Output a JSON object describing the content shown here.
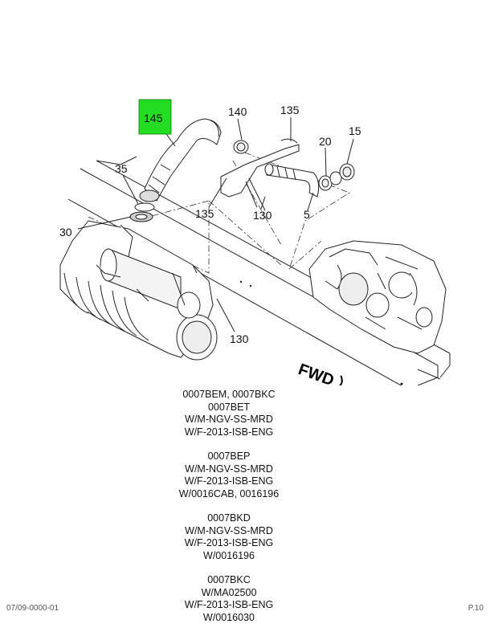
{
  "callouts": {
    "c145": "145",
    "c140": "140",
    "c135a": "135",
    "c20": "20",
    "c15": "15",
    "c35": "35",
    "c30": "30",
    "c135b": "135",
    "c130a": "130",
    "c5": "5",
    "c130b": "130"
  },
  "highlight_color": "#22dd22",
  "fwd_label": "FWD",
  "notes": [
    [
      "0007BEM, 0007BKC",
      "0007BET",
      "W/M-NGV-SS-MRD",
      "W/F-2013-ISB-ENG"
    ],
    [
      "0007BEP",
      "W/M-NGV-SS-MRD",
      "W/F-2013-ISB-ENG",
      "W/0016CAB, 0016196"
    ],
    [
      "0007BKD",
      "W/M-NGV-SS-MRD",
      "W/F-2013-ISB-ENG",
      "W/0016196"
    ],
    [
      "0007BKC",
      "W/MA02500",
      "W/F-2013-ISB-ENG",
      "W/0016030"
    ]
  ],
  "footer": {
    "left": "07/09-0000-01",
    "right": "P.10"
  }
}
